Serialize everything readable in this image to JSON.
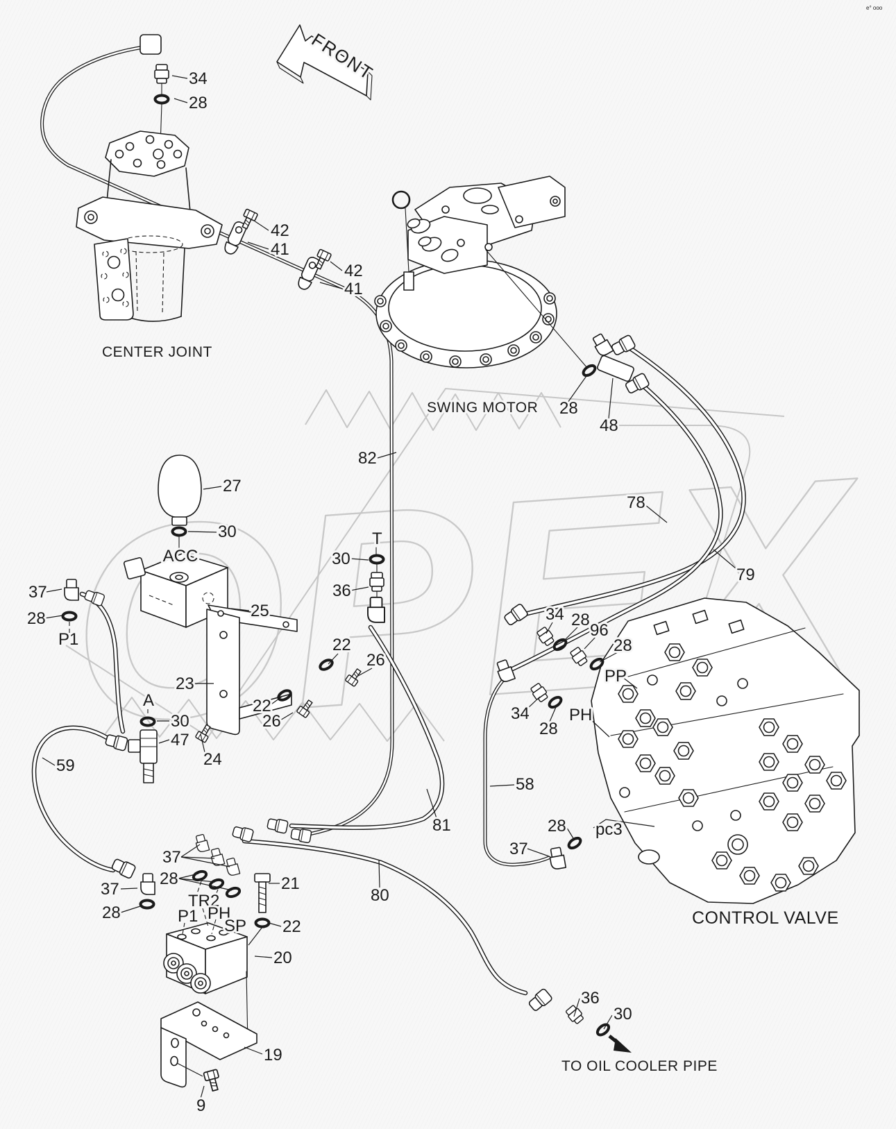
{
  "corner_mark": "e° ooo",
  "watermark": {
    "text": "OPEX"
  },
  "front_arrow": {
    "label": "FRONT"
  },
  "components": {
    "center_joint": "CENTER JOINT",
    "swing_motor": "SWING MOTOR",
    "control_valve": "CONTROL VALVE"
  },
  "notes": {
    "oil_cooler": "TO OIL COOLER PIPE"
  },
  "ports": {
    "acc": "ACC",
    "t": "T",
    "a": "A",
    "p1_pump": "P1",
    "pp": "PP",
    "ph_valve": "PH",
    "tr2": "TR2",
    "p1_block": "P1",
    "ph_block": "PH",
    "sp": "SP",
    "pc3": "pc3"
  },
  "parts": [
    "34",
    "28",
    "42",
    "41",
    "42",
    "41",
    "28",
    "48",
    "82",
    "78",
    "79",
    "27",
    "30",
    "25",
    "30",
    "36",
    "22",
    "26",
    "37",
    "28",
    "23",
    "22",
    "26",
    "30",
    "47",
    "24",
    "59",
    "34",
    "28",
    "96",
    "28",
    "34",
    "28",
    "58",
    "81",
    "80",
    "28",
    "37",
    "37",
    "28",
    "37",
    "28",
    "21",
    "22",
    "20",
    "19",
    "9",
    "36",
    "30"
  ]
}
